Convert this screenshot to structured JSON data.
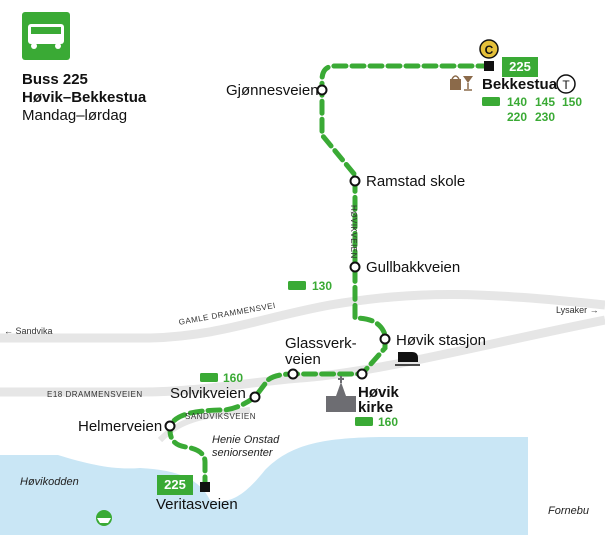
{
  "header": {
    "icon": "bus-icon",
    "route": "Buss 225",
    "direction": "Høvik–Bekkestua",
    "days": "Mandag–lørdag"
  },
  "route_badge_top": "225",
  "route_badge_bottom": "225",
  "stops": {
    "bekkestua": "Bekkestua",
    "gjonnesveien": "Gjønnesveien",
    "ramstad": "Ramstad skole",
    "gullbakk": "Gullbakkveien",
    "hovik_stasjon": "Høvik stasjon",
    "glassverk_1": "Glassverk-",
    "glassverk_2": "veien",
    "hovik_kirke_1": "Høvik",
    "hovik_kirke_2": "kirke",
    "solvik": "Solvikveien",
    "helmer": "Helmerveien",
    "veritas": "Veritasveien"
  },
  "connections": {
    "bekkestua_row1": [
      "140",
      "145",
      "150"
    ],
    "bekkestua_row2": [
      "220",
      "230"
    ],
    "gamle_drammensvei": "130",
    "e18": "160",
    "hovik_kirke": "160"
  },
  "roads": {
    "hovikveien": "HØVIKVEIEN",
    "gamle_drammensvei": "GAMLE DRAMMENSVEI",
    "e18": "E18 DRAMMENSVEIEN",
    "sandviksveien": "SANDVIKSVEIEN"
  },
  "places": {
    "sandvika": "← Sandvika",
    "lysaker": "Lysaker →",
    "hovikodden": "Høvikodden",
    "fornebu": "Fornebu",
    "henie_1": "Henie Onstad",
    "henie_2": "seniorsenter"
  },
  "icons": {
    "center": "c-center-icon",
    "shopping": "shopping-bag-icon",
    "cafe": "cocktail-glass-icon",
    "metro": "t-bane-icon",
    "train": "train-icon",
    "church": "church-icon",
    "ferry": "boat-icon"
  },
  "colors": {
    "route": "#3aaa35",
    "road": "#e6e6e6",
    "water": "#c9e6f5",
    "badge": "#e5c03a"
  }
}
